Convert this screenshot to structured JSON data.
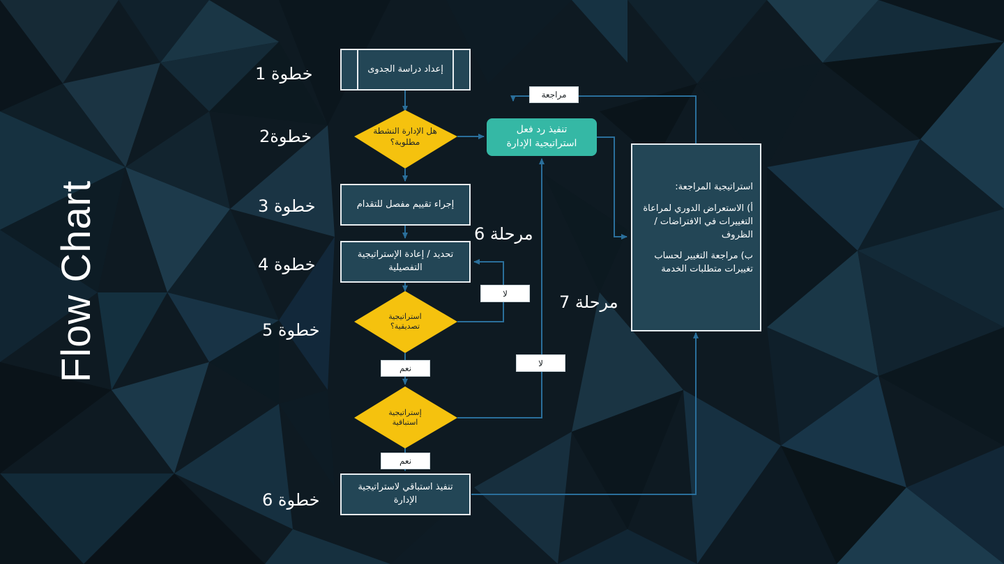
{
  "title": "Flow Chart",
  "steps": {
    "s1": "خطوة 1",
    "s2": "خطوة2",
    "s3": "خطوة 3",
    "s4": "خطوة 4",
    "s5": "خطوة 5",
    "s6": "خطوة 6"
  },
  "boxes": {
    "feasibility": "إعداد دراسة الجدوى",
    "assessment": "إجراء تقييم مفصل للتقدام",
    "define": "تحديد / إعادة الإستراتيجية التفصيلية",
    "proactive_exec": "تنفيذ استباقي لاستراتيجية الإدارة",
    "reactive_exec": "تنفيذ رد فعل استراتيجية الإدارة"
  },
  "decisions": {
    "active_mgmt": "هل الإدارة النشطة مطلوبة؟",
    "realistic": "استراتيجية تصديقية؟",
    "proactive": "إستراتيجية استباقية"
  },
  "review": {
    "heading": "استراتيجية المراجعة:",
    "item_a": "أ) الاستعراض الدوري لمراعاة التغييرات في الافتراضات / الظروف",
    "item_b": "ب) مراجعة التغيير لحساب تغييرات متطلبات الخدمة"
  },
  "labels": {
    "review": "مراجعة",
    "no1": "لا",
    "no2": "لا",
    "yes1": "نعم",
    "yes2": "نعم"
  },
  "phases": {
    "p6": "مرحلة 6",
    "p7": "مرحلة 7"
  },
  "colors": {
    "background": "#0d1820",
    "box_fill": "#234656",
    "decision": "#f5c20e",
    "teal": "#35b8a5",
    "connector": "#2a6f9b"
  }
}
